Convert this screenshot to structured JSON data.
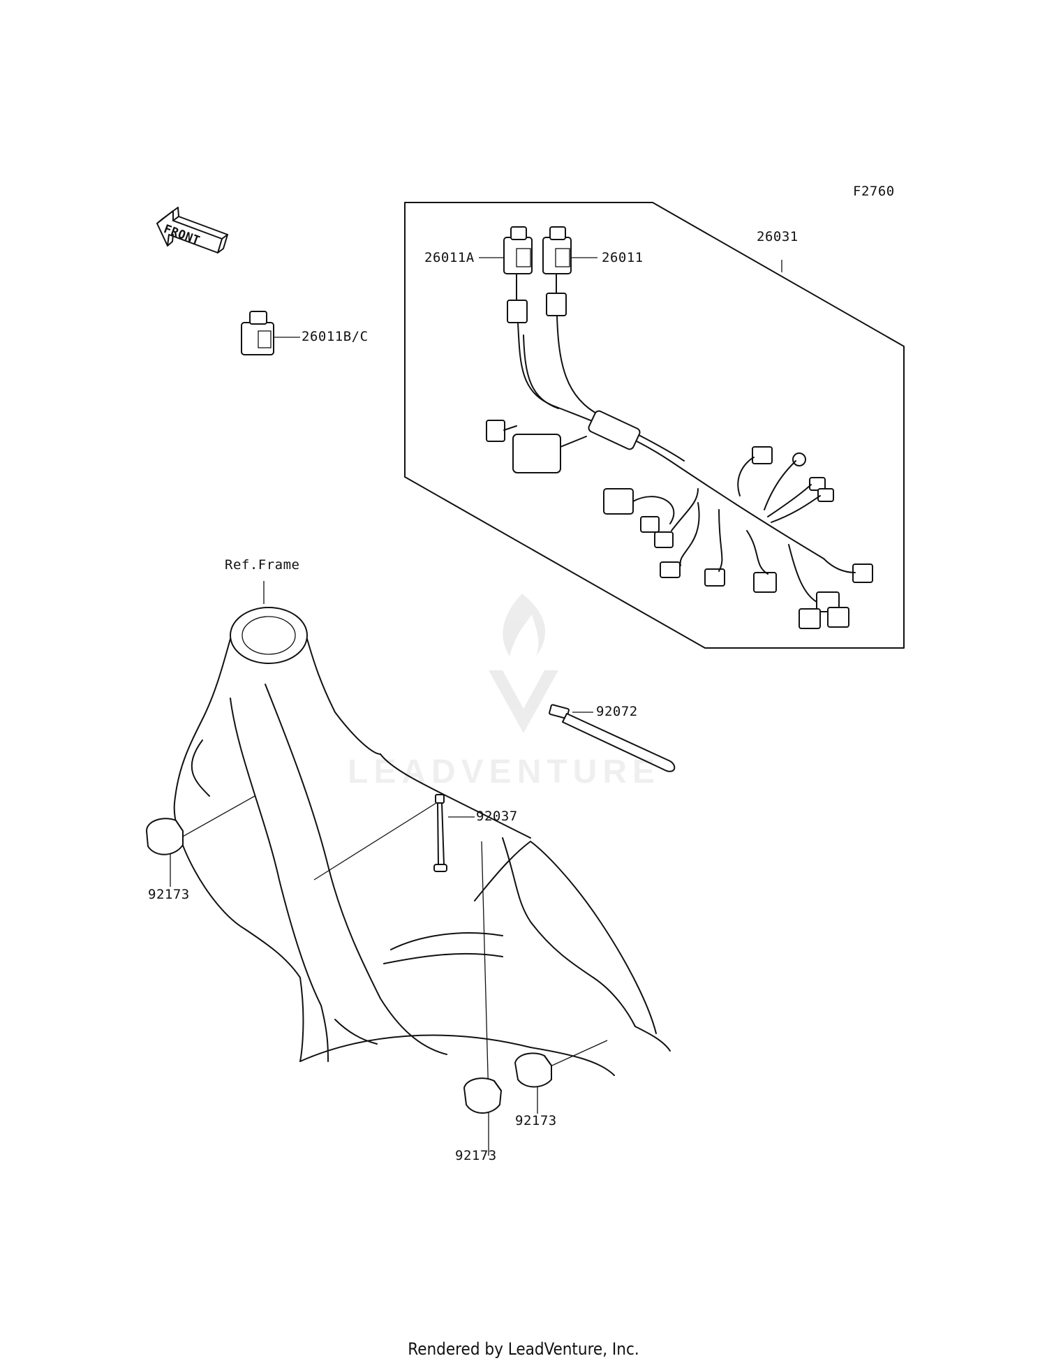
{
  "diagram_code": "F2760",
  "front_label": "FRONT",
  "labels": {
    "harness": "26031",
    "relay_a": "26011A",
    "relay": "26011",
    "relay_bc": "26011B/C",
    "frame_ref": "Ref.Frame",
    "band": "92072",
    "clamp_bolt": "92037",
    "clamp_left": "92173",
    "clamp_bottom": "92173",
    "clamp_right": "92173"
  },
  "watermark": "LEADVENTURE",
  "footer": "Rendered by LeadVenture, Inc."
}
